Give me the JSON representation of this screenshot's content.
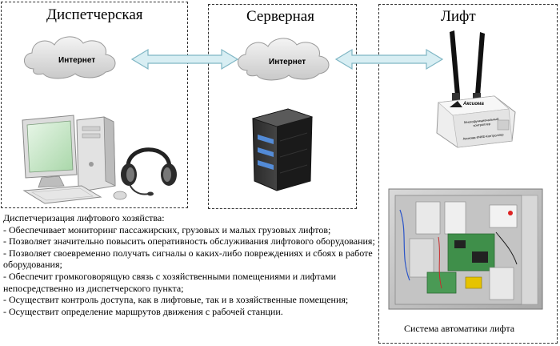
{
  "sections": {
    "dispatch": "Диспетчерская",
    "server": "Серверная",
    "elevator": "Лифт"
  },
  "clouds": {
    "dispatch_label": "Интернет",
    "server_label": "Интернет"
  },
  "device": {
    "brand": "Аксиома",
    "panel_label": "Многофункциональный контроллер",
    "footer_label": "Аксиома-ИЧКЕ-Контроллер"
  },
  "cabinet_caption": "Система автоматики лифта",
  "description": {
    "heading": "Диспетчеризация лифтового хозяйства:",
    "items": [
      "- Обеспечивает мониторинг пассажирских, грузовых и малых грузовых лифтов;",
      "- Позволяет значительно повысить оперативность обслуживания лифтового оборудования;",
      "- Позволяет своевременно получать сигналы о  каких-либо повреждениях и сбоях в работе оборудования;",
      "- Обеспечит громкоговорящую связь с хозяйственными помещениями и лифтами непосредственно из диспетчерского пункта;",
      "- Осуществит контроль доступа, как в лифтовые, так и в хозяйственные помещения;",
      "- Осуществит определение маршрутов движения с рабочей станции."
    ]
  },
  "colors": {
    "arrow_fill": "#d8eef3",
    "arrow_stroke": "#7fb6c4",
    "cloud": "#e4e4e4",
    "panel_border": "#333333"
  }
}
